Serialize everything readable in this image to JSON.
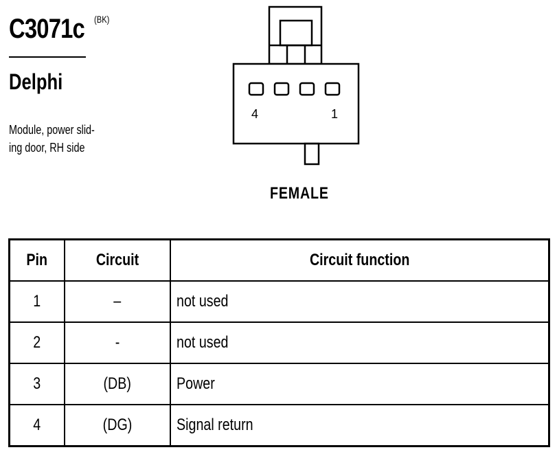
{
  "connector": {
    "id": "C3071c",
    "color_code": "(BK)",
    "manufacturer": "Delphi",
    "description_line1": "Module, power slid-",
    "description_line2": "ing door, RH side"
  },
  "diagram": {
    "pin_left_label": "4",
    "pin_right_label": "1",
    "gender": "FEMALE"
  },
  "table": {
    "headers": [
      "Pin",
      "Circuit",
      "Circuit function"
    ],
    "rows": [
      {
        "pin": "1",
        "circuit": "–",
        "function": "not used"
      },
      {
        "pin": "2",
        "circuit": "-",
        "function": "not used"
      },
      {
        "pin": "3",
        "circuit": "(DB)",
        "function": "Power"
      },
      {
        "pin": "4",
        "circuit": "(DG)",
        "function": "Signal return"
      }
    ]
  }
}
